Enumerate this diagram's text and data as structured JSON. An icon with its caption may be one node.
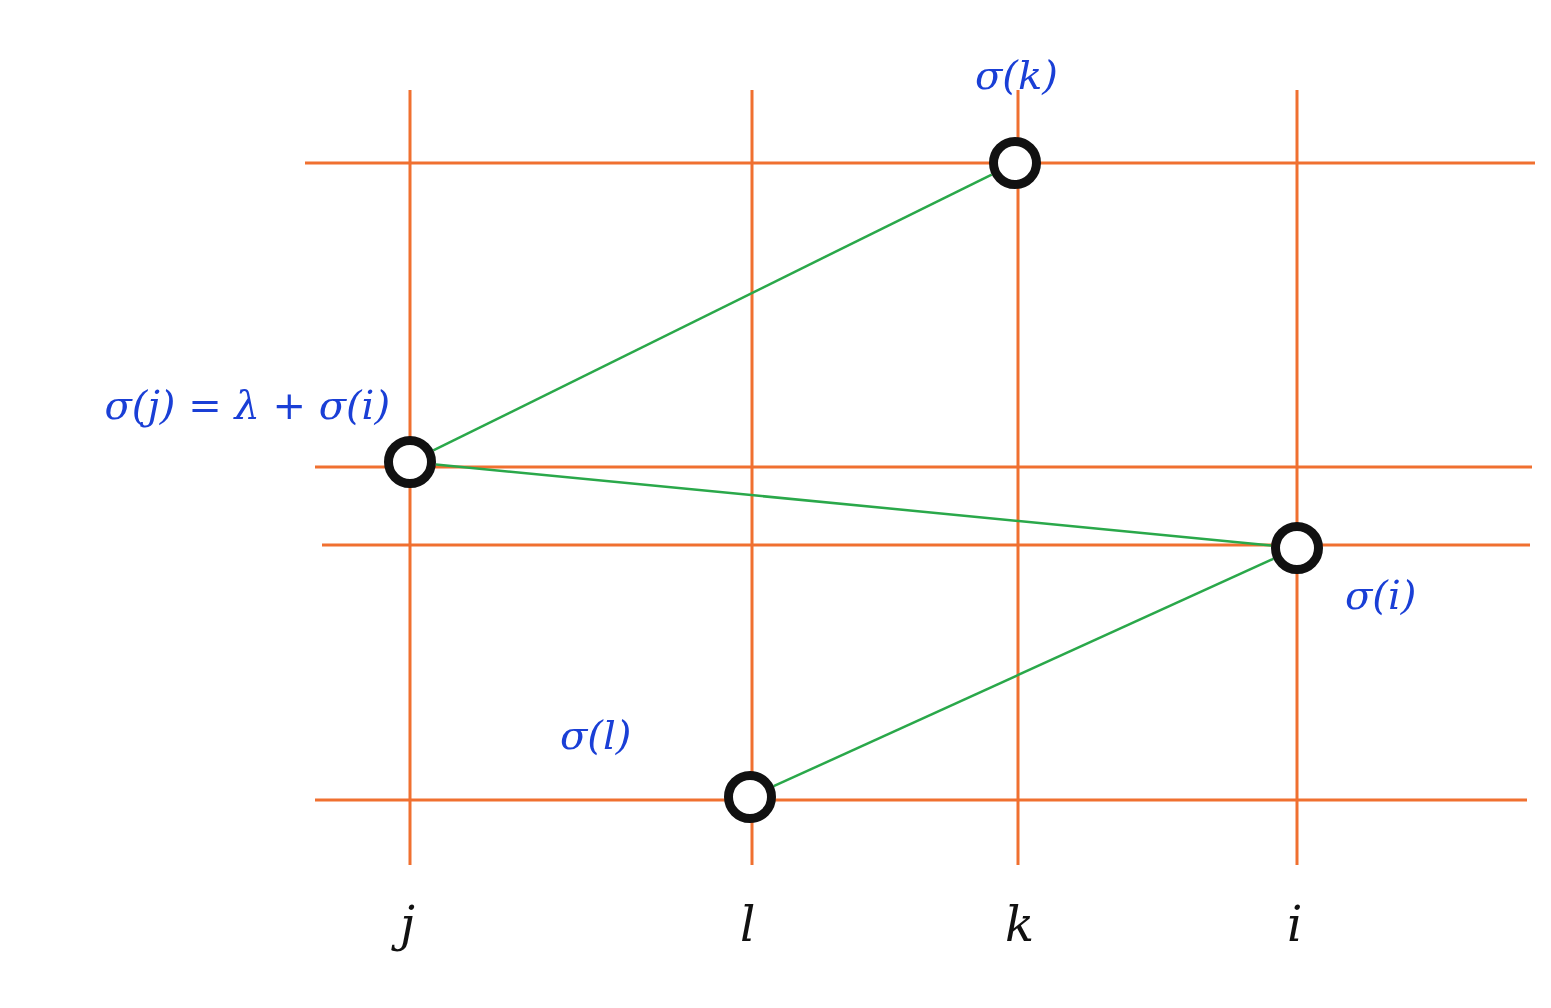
{
  "diagram": {
    "nodes": [
      {
        "text": [],
        "shape": "circle",
        "beside": [
          "σ(k)"
        ]
      },
      {
        "text": [],
        "shape": "circle",
        "beside": [
          "σ(j) = λ + σ(i)"
        ]
      },
      {
        "text": [],
        "shape": "circle",
        "beside": [
          "σ(i)"
        ]
      },
      {
        "text": [],
        "shape": "circle",
        "beside": [
          "σ(l)"
        ]
      }
    ],
    "edges": [
      {
        "from": 1,
        "to": 0,
        "arrow": "none"
      },
      {
        "from": 1,
        "to": 2,
        "arrow": "none"
      },
      {
        "from": 3,
        "to": 2,
        "arrow": "none"
      }
    ],
    "labels": [
      "j",
      "l",
      "k",
      "i"
    ]
  }
}
